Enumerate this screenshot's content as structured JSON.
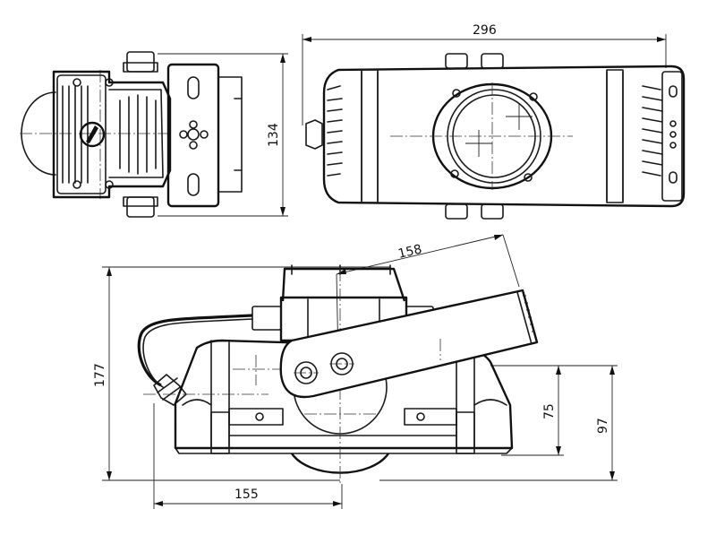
{
  "dimensions": {
    "top_length": "296",
    "side_height": "134",
    "arm_length": "158",
    "total_height": "177",
    "height_75": "75",
    "height_97": "97",
    "base_width": "155"
  },
  "colors": {
    "line": "#1a1a1a",
    "background": "#ffffff"
  }
}
